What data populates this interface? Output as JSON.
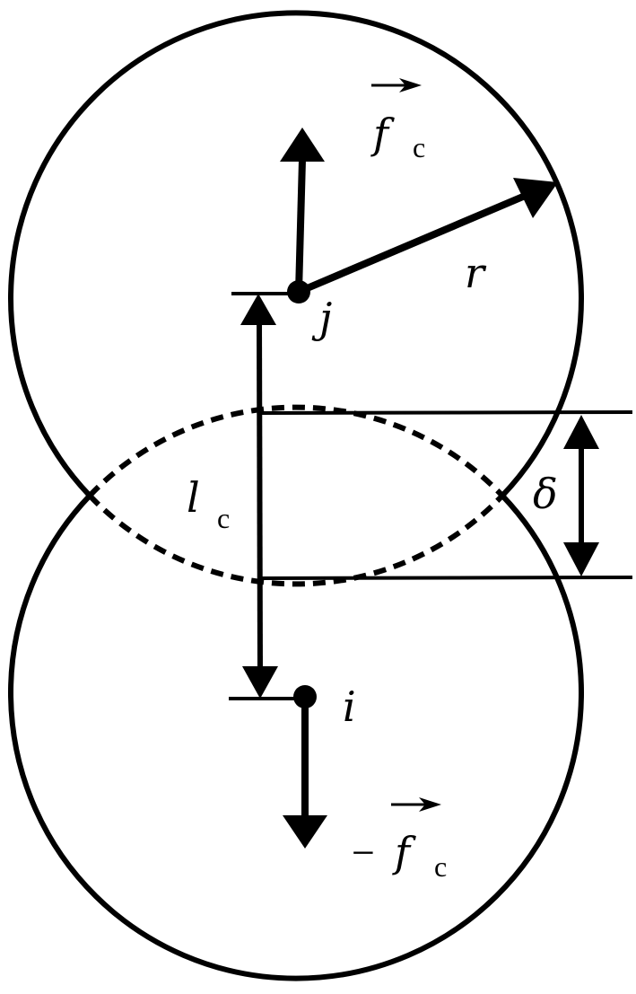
{
  "labels": {
    "force_top": "f",
    "force_top_sub": "c",
    "radius": "r",
    "particle_j": "j",
    "contact_length": "l",
    "contact_length_sub": "c",
    "overlap": "δ",
    "particle_i": "i",
    "force_bottom_sign": "−",
    "force_bottom": "f",
    "force_bottom_sub": "c"
  },
  "colors": {
    "ink": "#000000",
    "background": "#ffffff"
  }
}
